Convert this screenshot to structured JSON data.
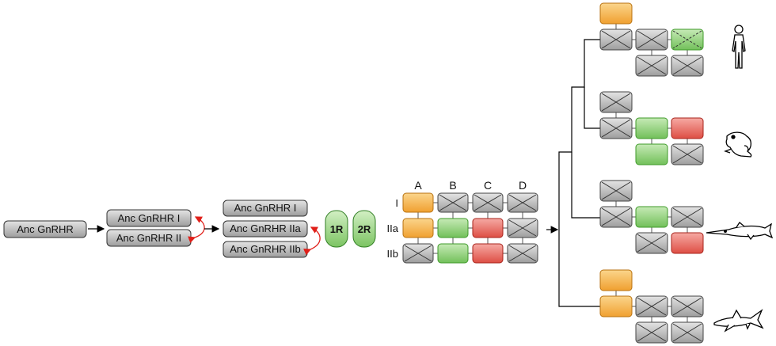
{
  "colors": {
    "orange": "#f6b14a",
    "green": "#8fd27a",
    "red": "#e8635a",
    "gray": "#b8b8b8",
    "round_green": "#8ecf72"
  },
  "boxes": {
    "anc": "Anc GnRHR",
    "i": "Anc GnRHR I",
    "ii": "Anc GnRHR II",
    "i2": "Anc GnRHR I",
    "iia": "Anc GnRHR IIa",
    "iib": "Anc GnRHR IIb"
  },
  "rounds": {
    "r1": "1R",
    "r2": "2R"
  },
  "grid": {
    "columns": [
      "A",
      "B",
      "C",
      "D"
    ],
    "rows": [
      "I",
      "IIa",
      "IIb"
    ],
    "cells": [
      [
        "orange",
        "gray",
        "gray",
        "gray"
      ],
      [
        "orange",
        "green",
        "red",
        "gray"
      ],
      [
        "gray",
        "green",
        "red",
        "gray"
      ]
    ]
  },
  "lineages": [
    {
      "icon": "human-icon",
      "rows": [
        [
          "orange",
          null,
          null
        ],
        [
          "gray",
          "gray",
          "green-lost"
        ],
        [
          null,
          "gray",
          "gray"
        ]
      ]
    },
    {
      "icon": "frog-icon",
      "rows": [
        [
          "gray",
          null,
          null
        ],
        [
          "gray",
          "green",
          "red"
        ],
        [
          null,
          "green",
          "gray"
        ]
      ]
    },
    {
      "icon": "gar-fish-icon",
      "rows": [
        [
          "gray",
          null,
          null
        ],
        [
          "gray",
          "green",
          "gray"
        ],
        [
          null,
          "gray",
          "red"
        ]
      ]
    },
    {
      "icon": "shark-icon",
      "rows": [
        [
          "orange",
          null,
          null
        ],
        [
          "orange",
          "gray",
          "gray"
        ],
        [
          null,
          "gray",
          "gray"
        ]
      ]
    }
  ]
}
